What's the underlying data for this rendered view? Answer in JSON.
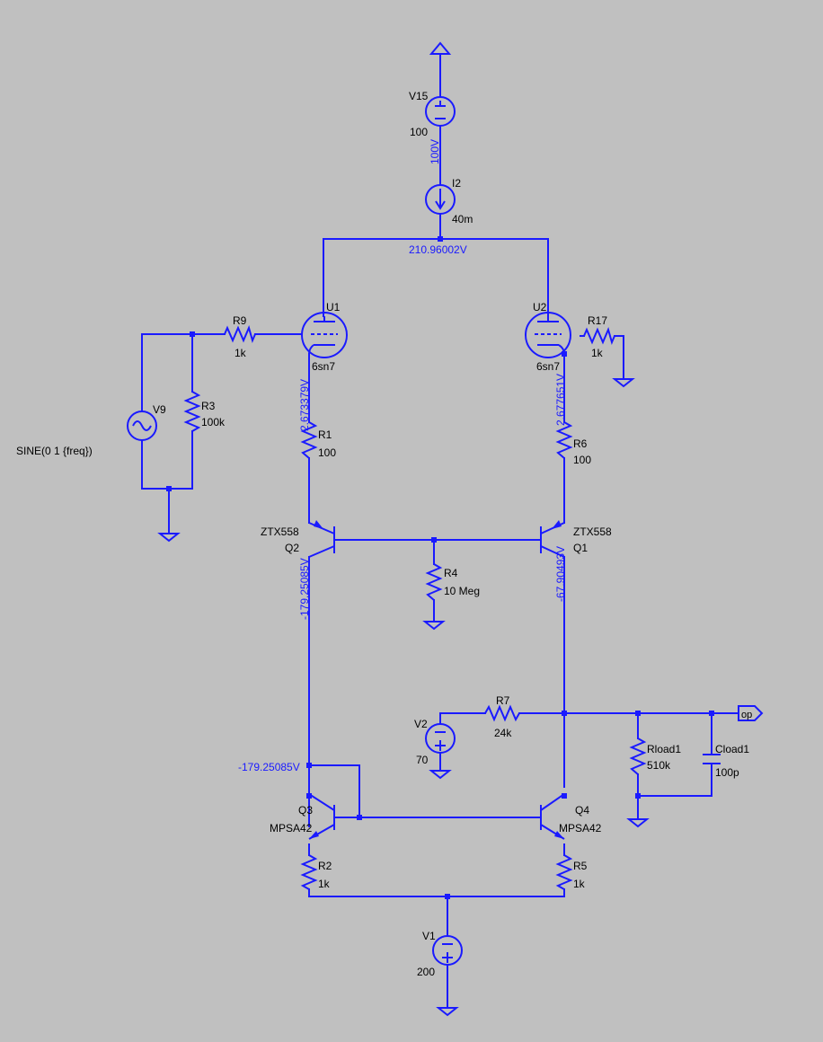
{
  "components": {
    "V15": {
      "ref": "V15",
      "value": "100"
    },
    "I2": {
      "ref": "I2",
      "value": "40m"
    },
    "U1": {
      "ref": "U1",
      "value": "6sn7"
    },
    "U2": {
      "ref": "U2",
      "value": "6sn7"
    },
    "R9": {
      "ref": "R9",
      "value": "1k"
    },
    "R17": {
      "ref": "R17",
      "value": "1k"
    },
    "R3": {
      "ref": "R3",
      "value": "100k"
    },
    "V9": {
      "ref": "V9",
      "value": "SINE(0 1 {freq})"
    },
    "R1": {
      "ref": "R1",
      "value": "100"
    },
    "R6": {
      "ref": "R6",
      "value": "100"
    },
    "Q2": {
      "ref": "Q2",
      "model": "ZTX558"
    },
    "Q1": {
      "ref": "Q1",
      "model": "ZTX558"
    },
    "R4": {
      "ref": "R4",
      "value": "10 Meg"
    },
    "V2": {
      "ref": "V2",
      "value": "70"
    },
    "R7": {
      "ref": "R7",
      "value": "24k"
    },
    "Rload1": {
      "ref": "Rload1",
      "value": "510k"
    },
    "Cload1": {
      "ref": "Cload1",
      "value": "100p"
    },
    "Q3": {
      "ref": "Q3",
      "model": "MPSA42"
    },
    "Q4": {
      "ref": "Q4",
      "model": "MPSA42"
    },
    "R2": {
      "ref": "R2",
      "value": "1k"
    },
    "R5": {
      "ref": "R5",
      "value": "1k"
    },
    "V1": {
      "ref": "V1",
      "value": "200"
    }
  },
  "net_flags": {
    "output": "op"
  },
  "voltage_labels": {
    "supply_node": "100V",
    "anode_node": "210.96002V",
    "cathode_u1": "2.673379V",
    "cathode_u2": "2.677651V",
    "collector_q2": "-179.25085V",
    "collector_q1": "-67.90493V",
    "mirror_node": "-179.25085V"
  },
  "colors": {
    "background": "#c0c0c0",
    "wire": "#1a1aff",
    "text": "#000000"
  }
}
